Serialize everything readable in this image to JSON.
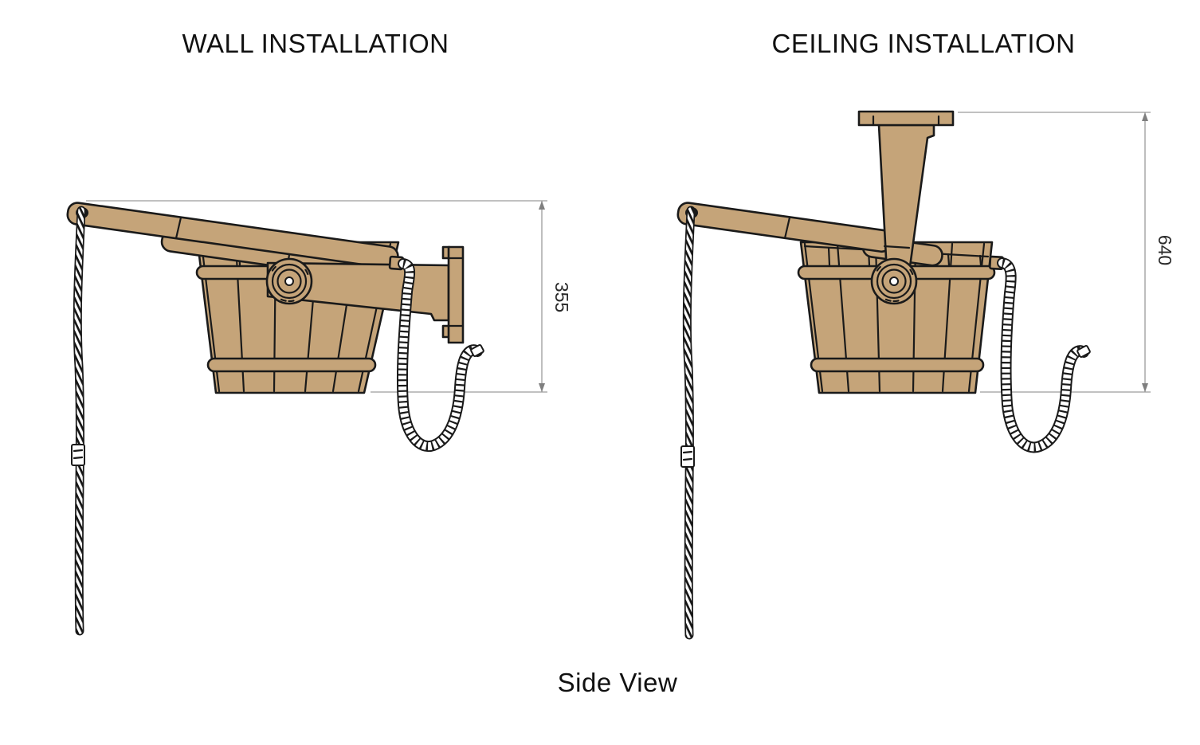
{
  "page": {
    "caption": "Side View"
  },
  "views": {
    "wall": {
      "title": "WALL INSTALLATION",
      "dimension_label": "355"
    },
    "ceiling": {
      "title": "CEILING INSTALLATION",
      "dimension_label": "640"
    }
  },
  "colors": {
    "wood": "#c5a479",
    "outline": "#1a1a1a",
    "dimension_line": "#9c9c9c",
    "dimension_arrow": "#7f7f7f",
    "dimension_text": "#2a2a2a",
    "title_text": "#111111",
    "background": "#ffffff"
  }
}
